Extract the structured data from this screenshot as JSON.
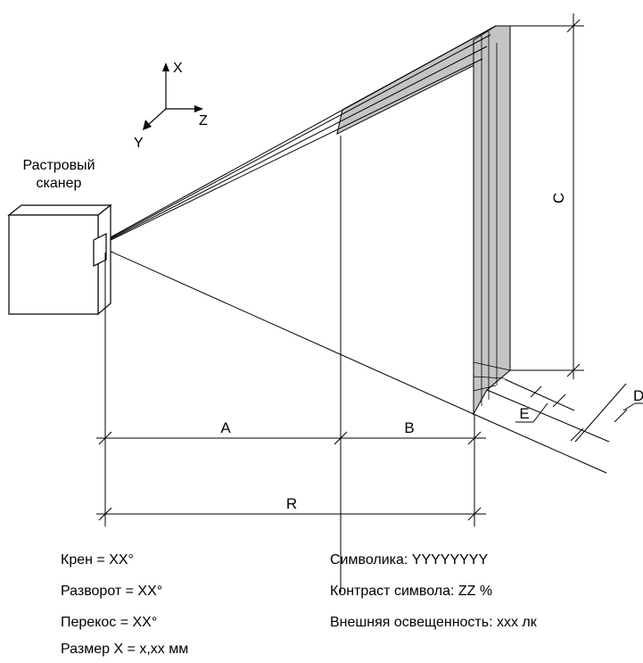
{
  "axes": {
    "x": "X",
    "y": "Y",
    "z": "Z"
  },
  "scanner_label": [
    "Растровый",
    "сканер"
  ],
  "dimensions": {
    "a": "A",
    "b": "B",
    "r": "R",
    "c": "C",
    "d": "D",
    "e": "E"
  },
  "parameters_left": [
    "Крен = XX°",
    "Разворот = XX°",
    "Перекос = XX°",
    "Размер X = x,xx мм"
  ],
  "parameters_right": [
    "Символика: YYYYYYYY",
    "Контраст символа: ZZ %",
    "Внешняя освещенность: xxx лк"
  ],
  "colors": {
    "symbol_fill": "#c4c4c4",
    "line": "#000000"
  }
}
